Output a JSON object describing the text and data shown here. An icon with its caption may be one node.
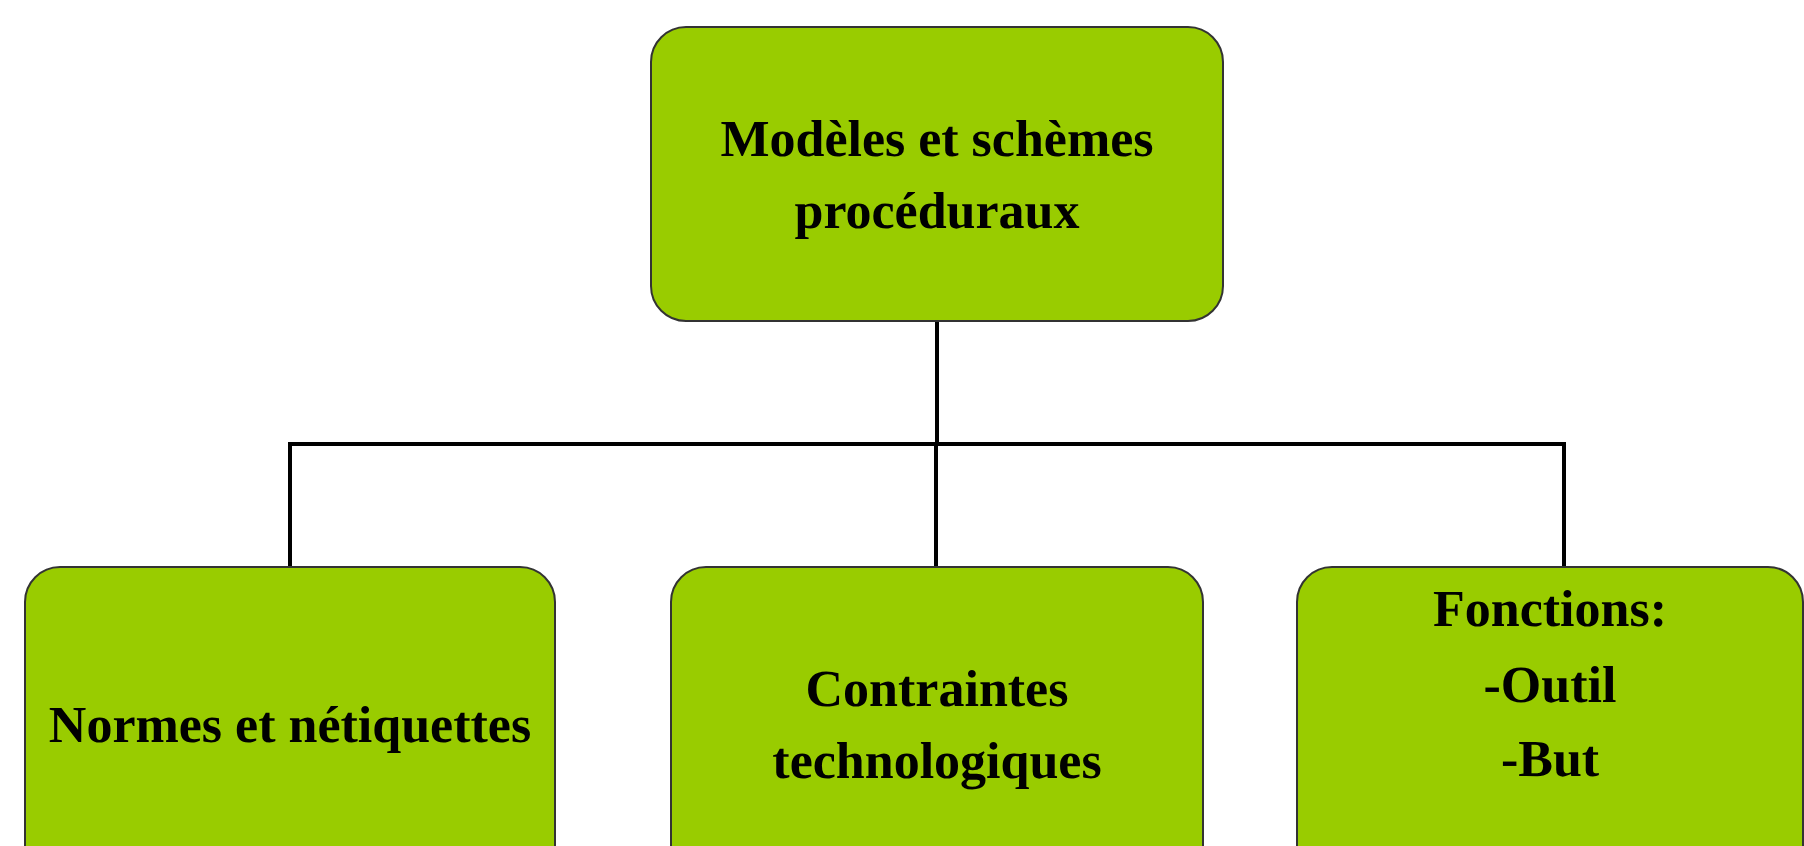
{
  "diagram": {
    "nodes": [
      {
        "text": [
          "Modèles et schèmes procéduraux"
        ]
      },
      {
        "text": [
          "Normes et nétiquettes"
        ]
      },
      {
        "text": [
          "Contraintes technologiques"
        ]
      },
      {
        "text": [
          "Fonctions:",
          "-Outil",
          "-But"
        ]
      }
    ],
    "edges": [
      {
        "from": 0,
        "to": 1,
        "arrow": "none"
      },
      {
        "from": 0,
        "to": 2,
        "arrow": "none"
      },
      {
        "from": 0,
        "to": 3,
        "arrow": "none"
      }
    ]
  }
}
